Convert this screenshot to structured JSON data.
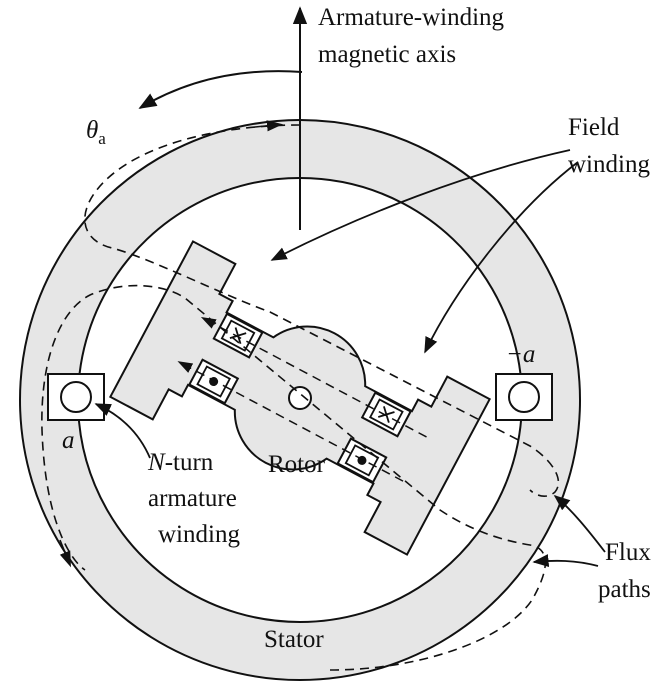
{
  "labels": {
    "armature_axis_line1": "Armature-winding",
    "armature_axis_line2": "magnetic axis",
    "theta": "θ",
    "theta_subscript": "a",
    "field_winding_line1": "Field",
    "field_winding_line2": "winding",
    "neg_a": "−a",
    "a": "a",
    "n_turn_n": "N",
    "n_turn_rest": "-turn",
    "armature_line2": "armature",
    "winding_line3": "winding",
    "rotor": "Rotor",
    "flux_line1": "Flux",
    "flux_line2": "paths",
    "stator": "Stator",
    "cross_mark": "×"
  },
  "colors": {
    "iron_fill": "#e6e6e6",
    "stroke": "#111111",
    "background": "#ffffff"
  }
}
